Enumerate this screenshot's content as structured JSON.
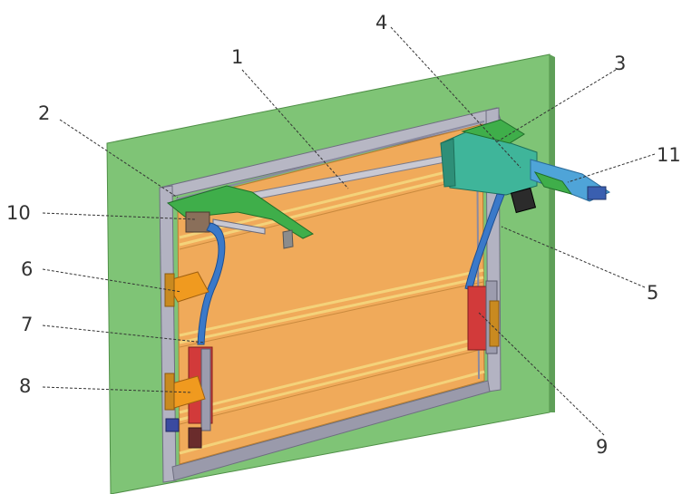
{
  "callouts": [
    {
      "id": "callout-1",
      "label": "1"
    },
    {
      "id": "callout-2",
      "label": "2"
    },
    {
      "id": "callout-3",
      "label": "3"
    },
    {
      "id": "callout-4",
      "label": "4"
    },
    {
      "id": "callout-5",
      "label": "5"
    },
    {
      "id": "callout-6",
      "label": "6"
    },
    {
      "id": "callout-7",
      "label": "7"
    },
    {
      "id": "callout-8",
      "label": "8"
    },
    {
      "id": "callout-9",
      "label": "9"
    },
    {
      "id": "callout-10",
      "label": "10"
    },
    {
      "id": "callout-11",
      "label": "11"
    }
  ],
  "colors": {
    "wall": "#7fc476",
    "frame": "#a9a9b8",
    "door": "#f0aa5a",
    "door_stripe": "#e9c46c",
    "bracket_green": "#3fae4a",
    "operator_teal": "#3fb59a",
    "arm_blue": "#3a79c9",
    "hinge_orange": "#f09a1f",
    "slider_red": "#d23a3a",
    "motor_dark": "#2b2b2b"
  }
}
